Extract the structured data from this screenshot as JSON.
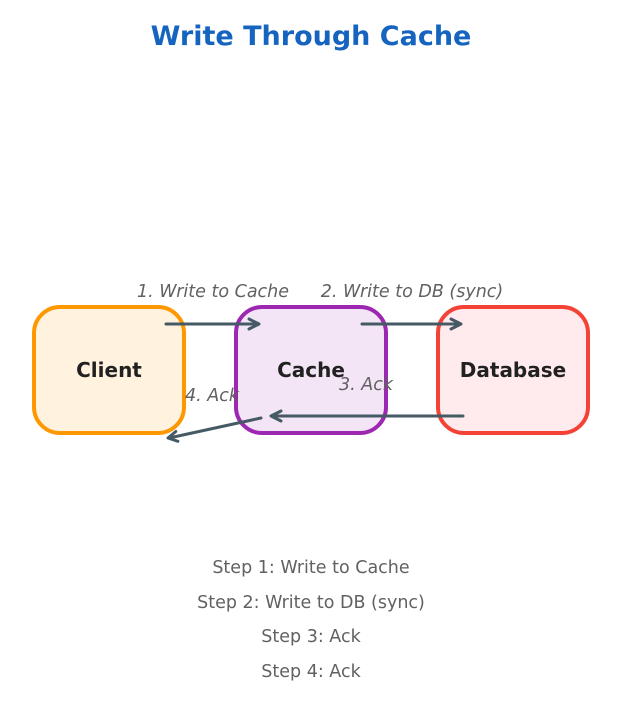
{
  "title": "Write Through Cache",
  "colors": {
    "title": "#1565c0",
    "arrow": "#455a64",
    "client_border": "#ff9800",
    "client_fill": "#fff3e0",
    "cache_border": "#9c27b0",
    "cache_fill": "#f3e5f5",
    "database_border": "#f44336",
    "database_fill": "#ffebee"
  },
  "nodes": {
    "client": "Client",
    "cache": "Cache",
    "database": "Database"
  },
  "edges": {
    "write_to_cache": "1. Write to Cache",
    "write_to_db": "2. Write to DB (sync)",
    "ack_db_to_cache": "3. Ack",
    "ack_cache_to_client": "4. Ack"
  },
  "steps": [
    "Step 1: Write to Cache",
    "Step 2: Write to DB (sync)",
    "Step 3: Ack",
    "Step 4: Ack"
  ]
}
